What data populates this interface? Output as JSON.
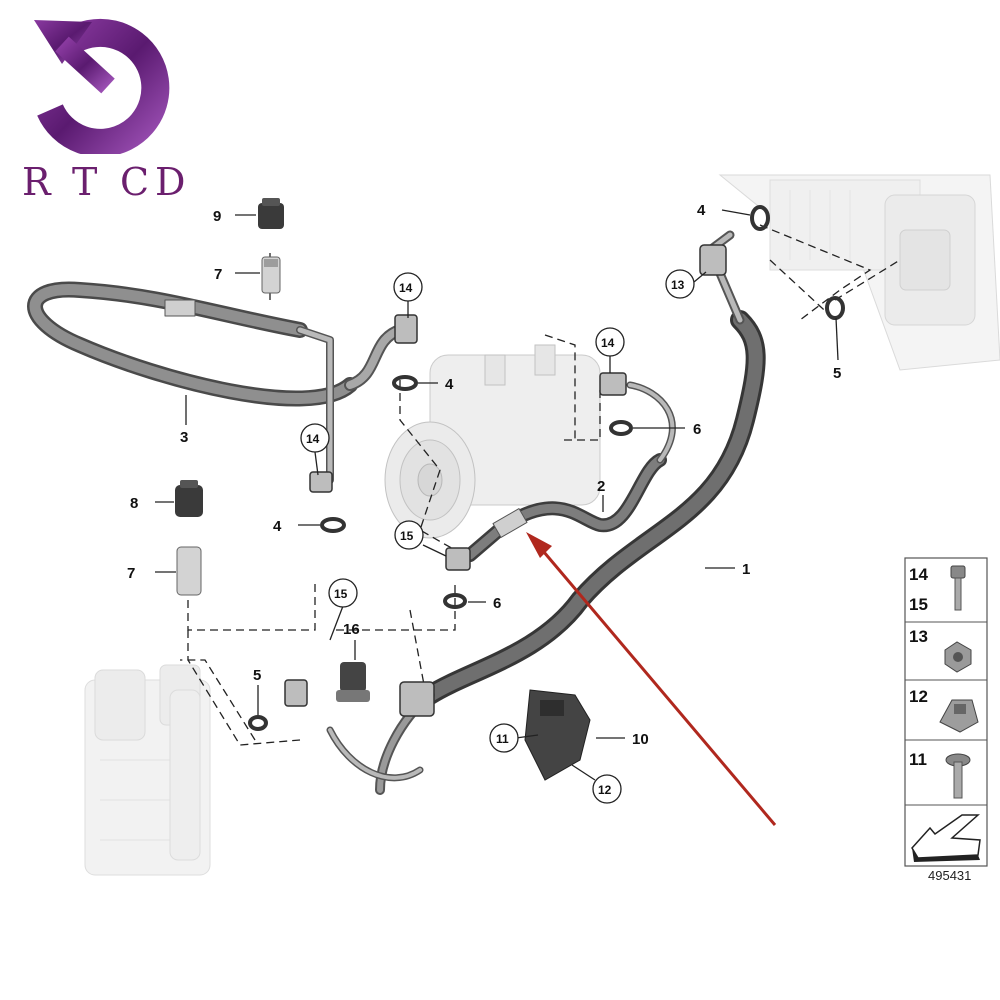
{
  "logo": {
    "letters": [
      "R",
      "T",
      "C",
      "D"
    ],
    "color": "#6b1f6e",
    "icon": "circular-arrow-logo-icon"
  },
  "callouts": [
    {
      "id": "c9",
      "label": "9",
      "circled": false
    },
    {
      "id": "c7a",
      "label": "7",
      "circled": false
    },
    {
      "id": "c3",
      "label": "3",
      "circled": false
    },
    {
      "id": "c14a",
      "label": "14",
      "circled": true
    },
    {
      "id": "c4a",
      "label": "4",
      "circled": false
    },
    {
      "id": "c14b",
      "label": "14",
      "circled": true
    },
    {
      "id": "c4b",
      "label": "4",
      "circled": false
    },
    {
      "id": "c8",
      "label": "8",
      "circled": false
    },
    {
      "id": "c7b",
      "label": "7",
      "circled": false
    },
    {
      "id": "c14c",
      "label": "14",
      "circled": true
    },
    {
      "id": "c6a",
      "label": "6",
      "circled": false
    },
    {
      "id": "c2",
      "label": "2",
      "circled": false
    },
    {
      "id": "c15a",
      "label": "15",
      "circled": true
    },
    {
      "id": "c6b",
      "label": "6",
      "circled": false
    },
    {
      "id": "c15b",
      "label": "15",
      "circled": true
    },
    {
      "id": "c16",
      "label": "16",
      "circled": false
    },
    {
      "id": "c5a",
      "label": "5",
      "circled": false
    },
    {
      "id": "c4c",
      "label": "4",
      "circled": false
    },
    {
      "id": "c13",
      "label": "13",
      "circled": true
    },
    {
      "id": "c5b",
      "label": "5",
      "circled": false
    },
    {
      "id": "c1",
      "label": "1",
      "circled": false
    },
    {
      "id": "c11",
      "label": "11",
      "circled": true
    },
    {
      "id": "c10",
      "label": "10",
      "circled": false
    },
    {
      "id": "c12",
      "label": "12",
      "circled": true
    }
  ],
  "legend": {
    "rows": [
      {
        "labels": [
          "14",
          "15"
        ],
        "icon": "bolt-icon"
      },
      {
        "labels": [
          "13"
        ],
        "icon": "hex-nut-icon"
      },
      {
        "labels": [
          "12"
        ],
        "icon": "clip-nut-icon"
      },
      {
        "labels": [
          "11"
        ],
        "icon": "screw-icon"
      },
      {
        "labels": [],
        "icon": "arrow-direction-icon"
      }
    ]
  },
  "sheet_number": "495431",
  "annotation_arrow": {
    "color": "#b0281e",
    "icon": "red-pointer-arrow-icon"
  }
}
